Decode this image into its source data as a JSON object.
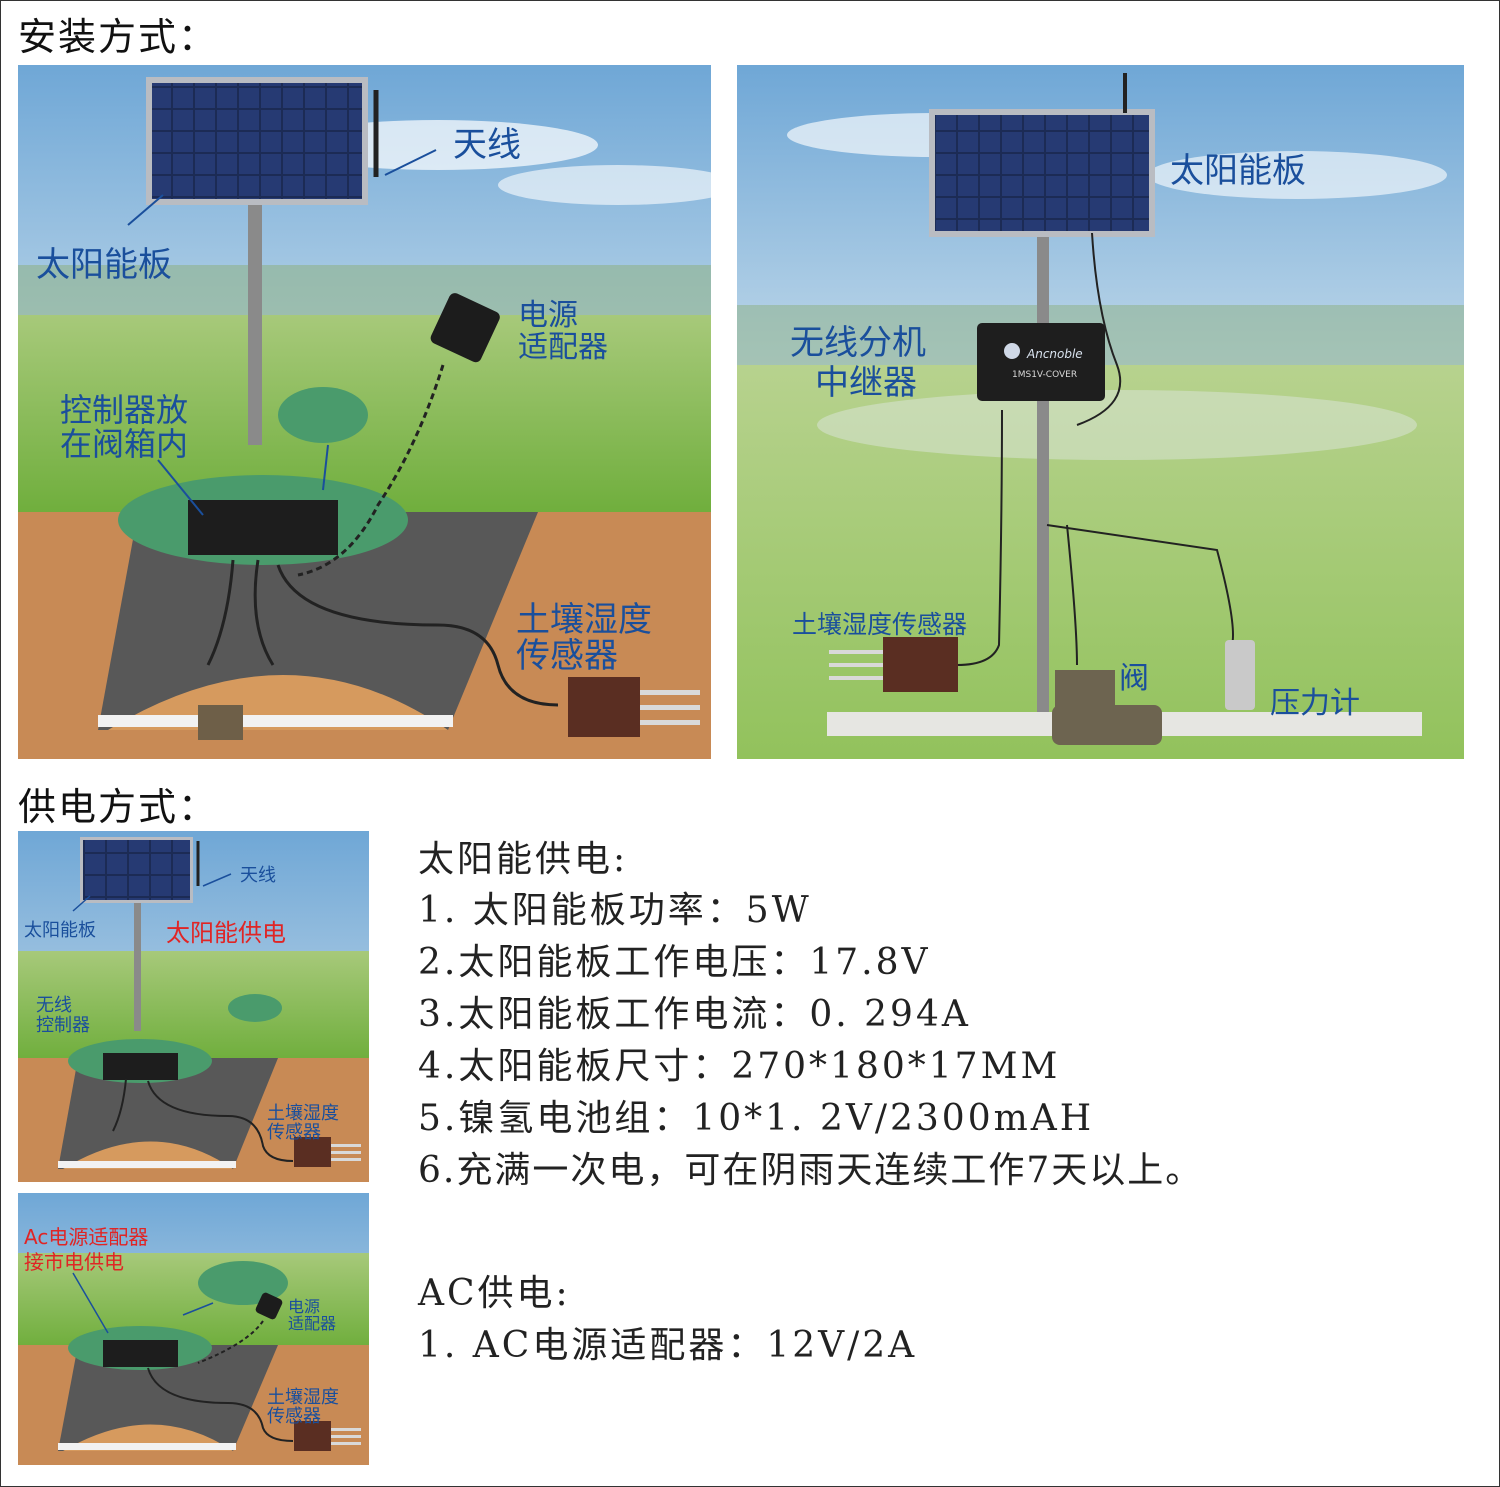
{
  "sections": {
    "install_title": "安装方式：",
    "power_title": "供电方式："
  },
  "install_left": {
    "antenna": "天线",
    "solar_panel": "太阳能板",
    "adapter_line1": "电源",
    "adapter_line2": "适配器",
    "controller_line1": "控制器放",
    "controller_line2": "在阀箱内",
    "sensor_line1": "土壤湿度",
    "sensor_line2": "传感器"
  },
  "install_right": {
    "solar_panel": "太阳能板",
    "repeater_line1": "无线分机",
    "repeater_line2": "中继器",
    "sensor": "土壤湿度传感器",
    "valve": "阀",
    "pressure_gauge": "压力计",
    "device_brand": "Ancnoble",
    "device_model": "1MS1V-COVER"
  },
  "power_solar_image": {
    "antenna": "天线",
    "solar_panel": "太阳能板",
    "solar_power": "太阳能供电",
    "controller_line1": "无线",
    "controller_line2": "控制器",
    "sensor_line1": "土壤湿度",
    "sensor_line2": "传感器"
  },
  "power_ac_image": {
    "ac_line1": "Ac电源适配器",
    "ac_line2": "接市电供电",
    "adapter_line1": "电源",
    "adapter_line2": "适配器",
    "sensor_line1": "土壤湿度",
    "sensor_line2": "传感器"
  },
  "solar_spec": {
    "title": "太阳能供电:",
    "items": [
      "1. 太阳能板功率：5W",
      "2.太阳能板工作电压：17.8V",
      "3.太阳能板工作电流：0. 294A",
      "4.太阳能板尺寸：270*180*17MM",
      "5.镍氢电池组：10*1. 2V/2300mAH",
      "6.充满一次电，可在阴雨天连续工作7天以上。"
    ]
  },
  "ac_spec": {
    "title": "AC供电:",
    "items": [
      "1. AC电源适配器：12V/2A"
    ]
  },
  "colors": {
    "label_blue": "#1a4f9c",
    "label_red": "#e02525",
    "soil": "#c88a55",
    "grass": "#9cc85a",
    "sky": "#a8cde6"
  }
}
